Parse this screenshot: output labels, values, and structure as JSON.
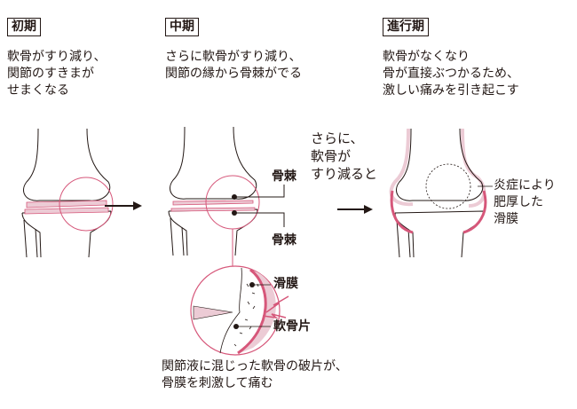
{
  "stages": [
    {
      "label": "初期",
      "description": "軟骨がすり減り、\n関節のすきまが\nせまくなる"
    },
    {
      "label": "中期",
      "description": "さらに軟骨がすり減り、\n関節の縁から骨棘がでる"
    },
    {
      "label": "進行期",
      "description": "軟骨がなくなり\n骨が直接ぶつかるため、\n激しい痛みを引き起こす"
    }
  ],
  "labels": {
    "osteophyte_upper": "骨棘",
    "osteophyte_lower": "骨棘",
    "transition": "さらに、\n軟骨が\nすり減ると",
    "inflamed_synovium": "炎症により\n肥厚した\n滑膜",
    "synovium": "滑膜",
    "cartilage_fragment": "軟骨片",
    "caption": "関節液に混じった軟骨の破片が、\n骨膜を刺激して痛む"
  },
  "colors": {
    "accent": "#d6577a",
    "cartilage": "#eccbd5",
    "line": "#231815"
  }
}
